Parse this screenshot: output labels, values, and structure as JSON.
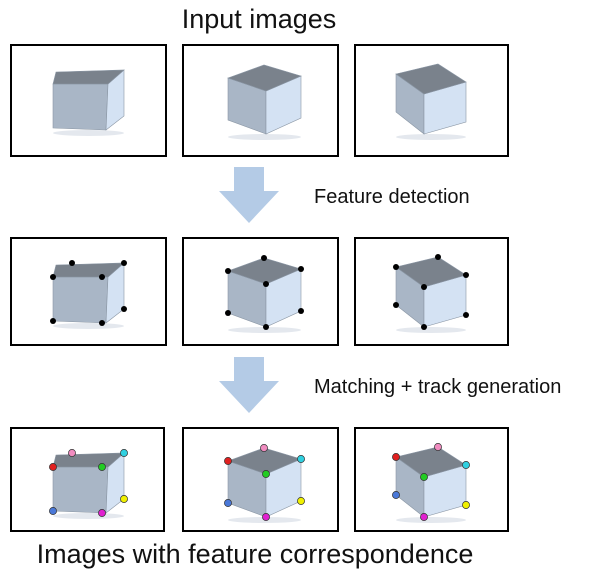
{
  "titles": {
    "top": "Input images",
    "bottom": "Images with feature correspondence"
  },
  "steps": [
    {
      "label": "Feature detection"
    },
    {
      "label": "Matching + track generation"
    }
  ],
  "rows": [
    {
      "name": "input",
      "markers": "none"
    },
    {
      "name": "detected",
      "markers": "black"
    },
    {
      "name": "matched",
      "markers": "colored"
    }
  ],
  "colors": {
    "arrow_fill": "#b4cbe6",
    "cube_top": "#7a828c",
    "cube_front": "#a9b6c6",
    "cube_side": "#d4e2f3",
    "feature_point": "#000000",
    "track_colors": {
      "red": "#e02020",
      "pink": "#f08cc0",
      "green": "#22cc22",
      "cyan": "#30d0e0",
      "blue": "#4a78d8",
      "magenta": "#e020d0",
      "yellow": "#f0f000"
    }
  }
}
